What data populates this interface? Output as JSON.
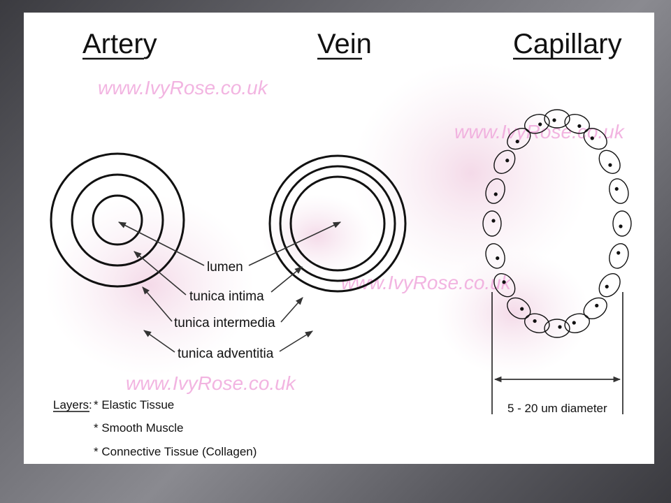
{
  "titles": {
    "artery": "Artery",
    "vein": "Vein",
    "capillary": "Capillary"
  },
  "watermark": "www.IvyRose.co.uk",
  "labels": {
    "lumen": "lumen",
    "tunica_intima": "tunica intima",
    "tunica_intermedia": "tunica intermedia",
    "tunica_adventitia": "tunica adventitia"
  },
  "legend": {
    "heading": "Layers:",
    "items": [
      "* Elastic Tissue",
      "* Smooth Muscle",
      "* Connective Tissue (Collagen)"
    ]
  },
  "dimension": "5 - 20 um diameter",
  "colors": {
    "ink": "#111111",
    "watermark": "#f0a8dc",
    "background": "#ffffff"
  }
}
